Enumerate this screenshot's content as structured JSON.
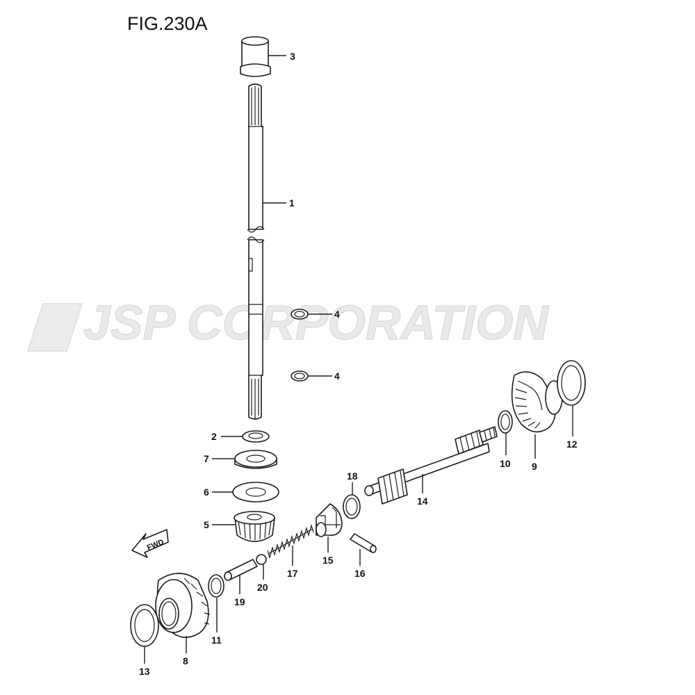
{
  "figure": {
    "title": "FIG.230A"
  },
  "watermark": {
    "text": "JSP CORPORATION"
  },
  "direction": {
    "label": "FWD"
  },
  "callouts": [
    "1",
    "2",
    "3",
    "4",
    "4",
    "5",
    "6",
    "7",
    "8",
    "9",
    "10",
    "11",
    "12",
    "13",
    "14",
    "15",
    "16",
    "17",
    "18",
    "19",
    "20"
  ]
}
